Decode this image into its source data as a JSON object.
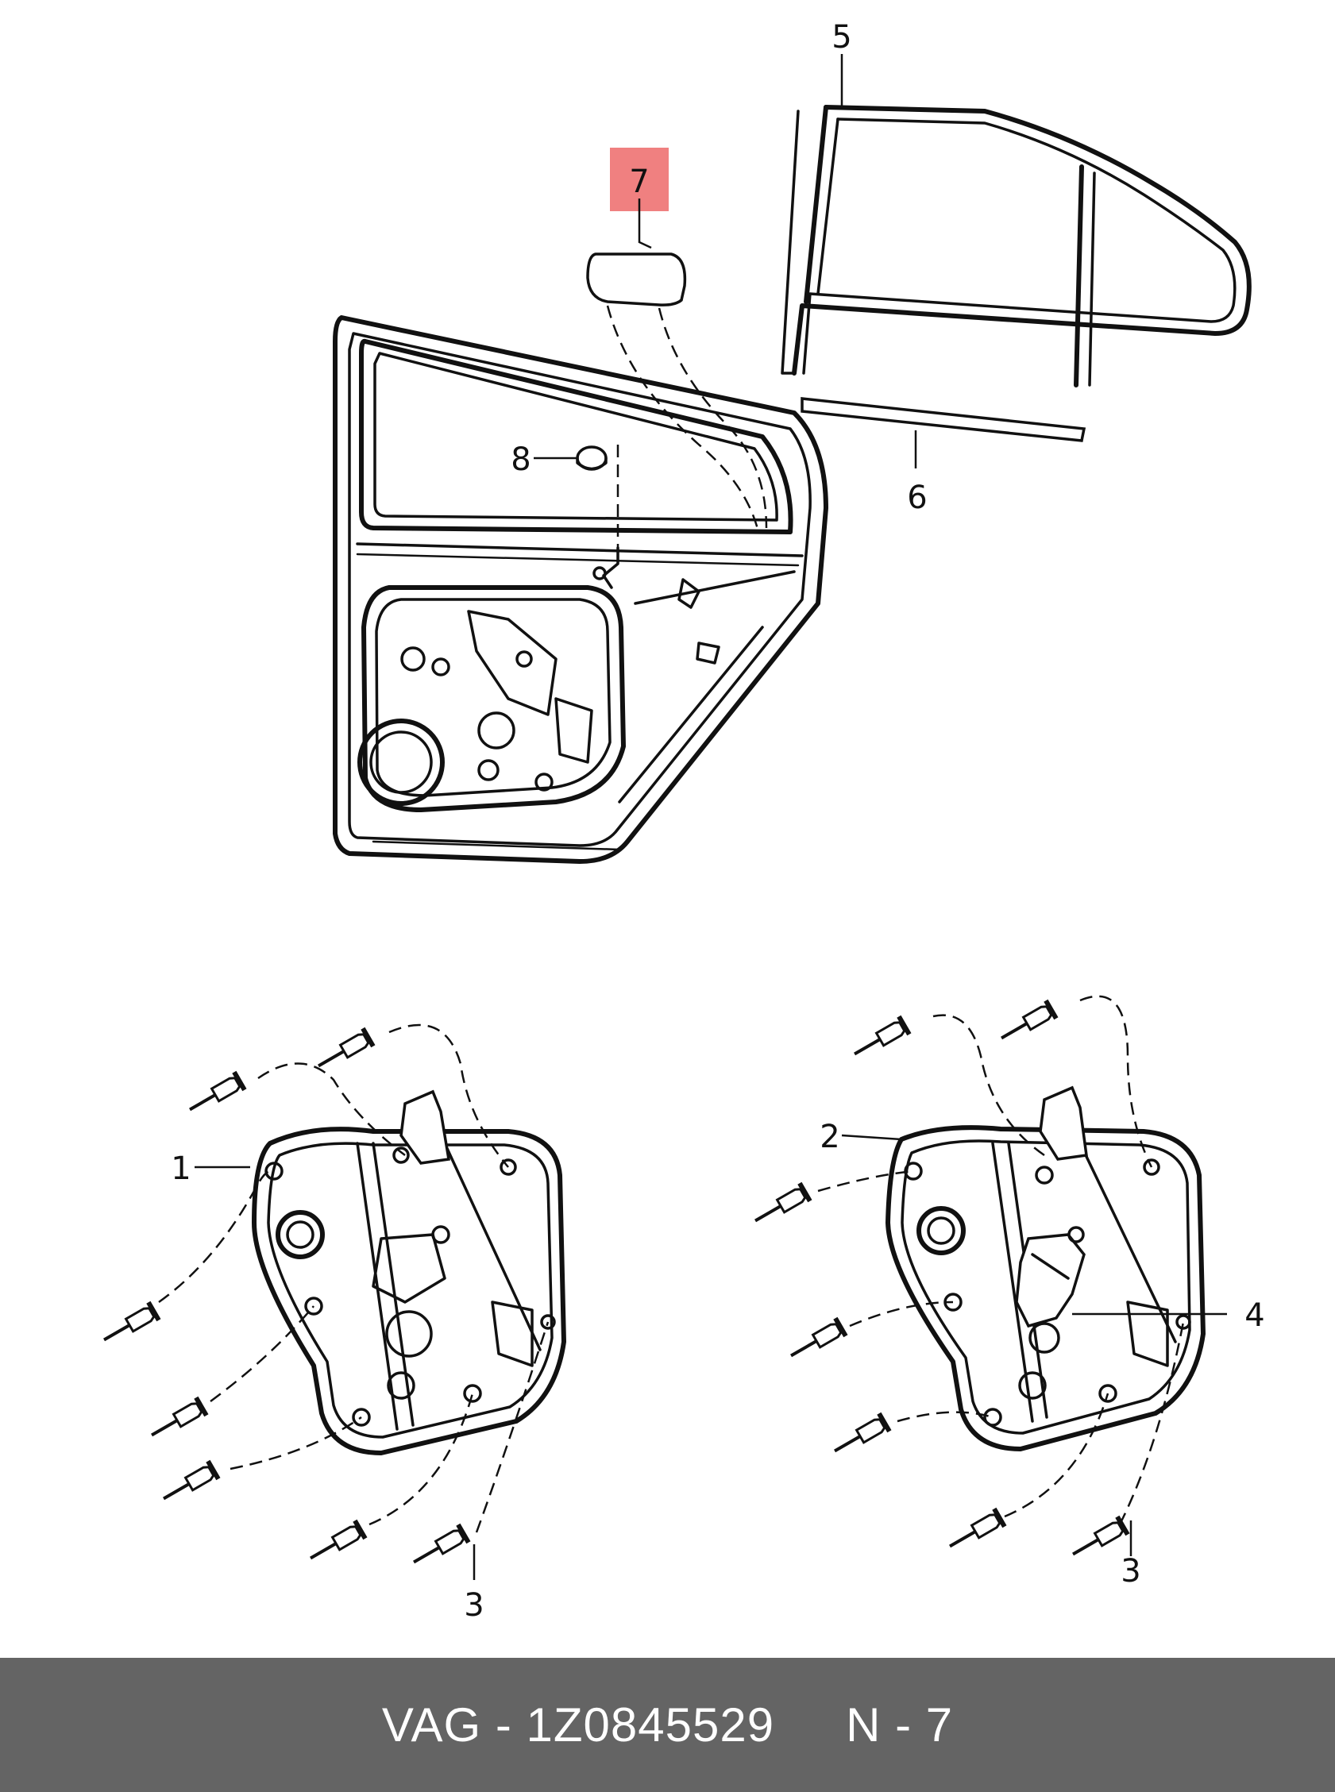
{
  "diagram": {
    "callouts": [
      {
        "id": "1",
        "label": "1"
      },
      {
        "id": "2",
        "label": "2"
      },
      {
        "id": "3a",
        "label": "3"
      },
      {
        "id": "3b",
        "label": "3"
      },
      {
        "id": "4",
        "label": "4"
      },
      {
        "id": "5",
        "label": "5"
      },
      {
        "id": "6",
        "label": "6"
      },
      {
        "id": "7",
        "label": "7"
      },
      {
        "id": "8",
        "label": "8"
      }
    ],
    "highlight_color": "#f08080"
  },
  "footer": {
    "part_number": "VAG - 1Z0845529",
    "position": "N - 7",
    "background": "#646464"
  }
}
